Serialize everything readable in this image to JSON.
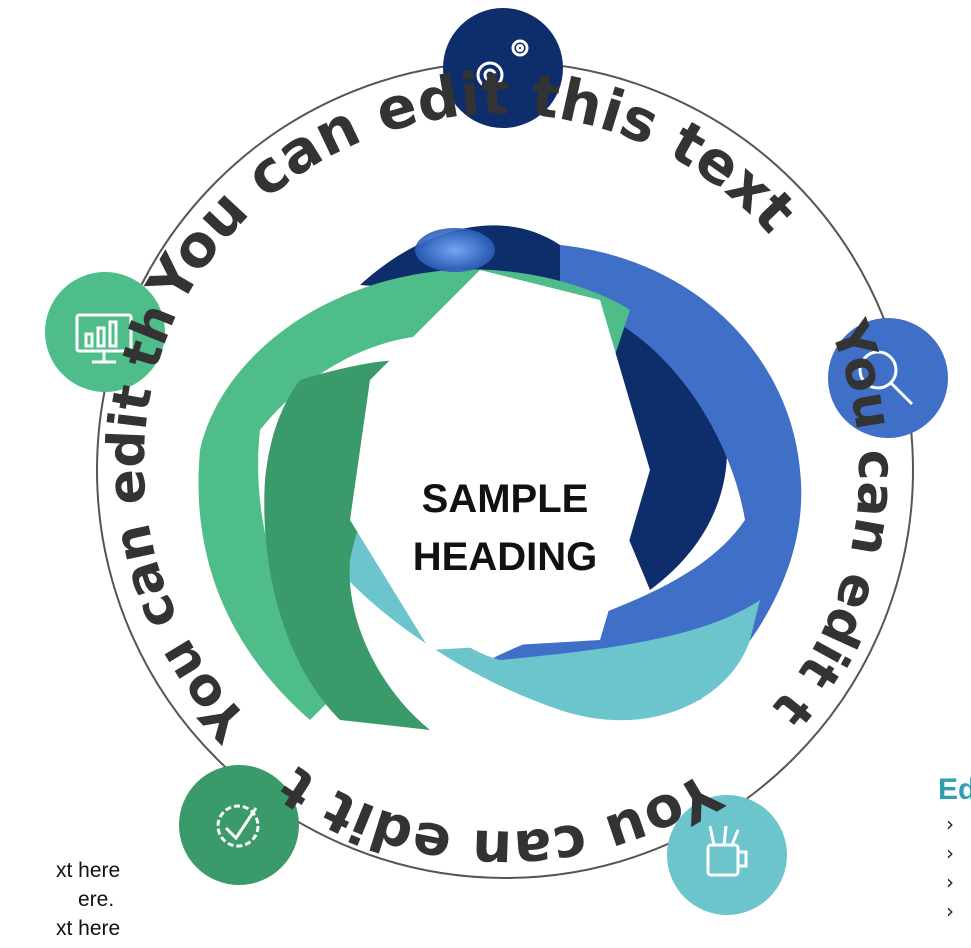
{
  "center": {
    "heading_line1": "SAMPLE",
    "heading_line2": "HEADING"
  },
  "ring_text": {
    "top": "You can edit this text",
    "right": "You can edit this text",
    "bottom": "You can edit this text",
    "left": "You can edit this text"
  },
  "left_text": {
    "line1": "xt here.",
    "line2": "ere.",
    "line3": "xt here."
  },
  "right_panel": {
    "title": "Ed",
    "bullet": "›"
  },
  "icons": {
    "top": "gears-icon",
    "right": "magnifier-icon",
    "bottom_right": "tools-cup-icon",
    "bottom_left": "gear-check-icon",
    "left": "monitor-chart-icon"
  },
  "colors": {
    "navy": "#0d2d6b",
    "blue": "#3f6fc6",
    "teal": "#6cc4cc",
    "green": "#4fbd8a",
    "dark_green": "#3a9a6a"
  }
}
